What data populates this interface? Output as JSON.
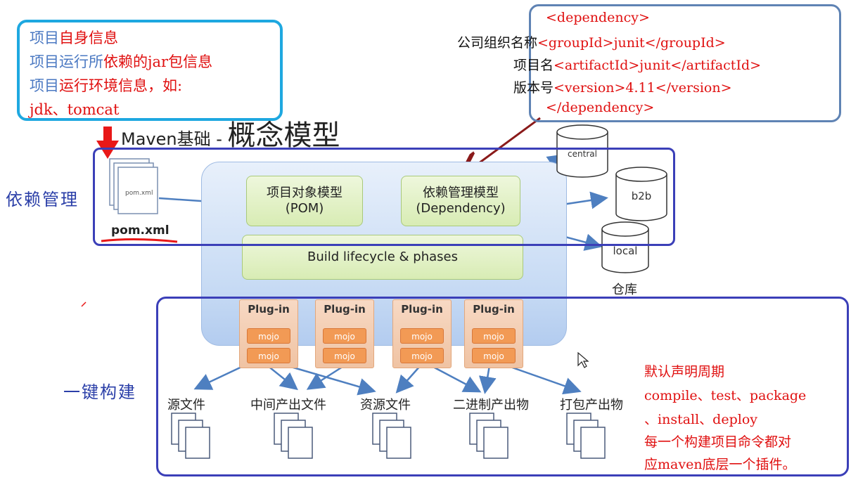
{
  "info_box": {
    "line1_a": "项目",
    "line1_b": "自身信息",
    "line2_a": "项目运行所",
    "line2_b": "依赖的jar包信息",
    "line3_a": "项目",
    "line3_b": "运行环境信息，如:",
    "line4": "jdk、tomcat"
  },
  "dependency_box": {
    "open_tag": "<dependency>",
    "group_label": "公司组织名称",
    "group_value": "<groupId>junit</groupId>",
    "artifact_label": "项目名",
    "artifact_value": "<artifactId>junit</artifactId>",
    "version_label": "版本号",
    "version_value": "<version>4.11</version>",
    "close_tag": "</dependency>"
  },
  "title": {
    "prefix": "Maven基础 - ",
    "main": "概念模型"
  },
  "pom": {
    "doc_text": "pom.xml",
    "caption": "pom.xml"
  },
  "core": {
    "pom_model_line1": "项目对象模型",
    "pom_model_line2": "(POM)",
    "dep_model_line1": "依赖管理模型",
    "dep_model_line2": "(Dependency)",
    "lifecycle": "Build lifecycle & phases",
    "plugins": [
      {
        "title": "Plug-in",
        "mojo1": "mojo",
        "mojo2": "mojo"
      },
      {
        "title": "Plug-in",
        "mojo1": "mojo",
        "mojo2": "mojo"
      },
      {
        "title": "Plug-in",
        "mojo1": "mojo",
        "mojo2": "mojo"
      },
      {
        "title": "Plug-in",
        "mojo1": "mojo",
        "mojo2": "mojo"
      }
    ]
  },
  "repositories": {
    "central": "central",
    "b2b": "b2b",
    "local": "local",
    "caption": "仓库"
  },
  "side_labels": {
    "dependency_management": "依赖管理",
    "one_click_build": "一键构建"
  },
  "outputs": [
    "源文件",
    "中间产出文件",
    "资源文件",
    "二进制产出物",
    "打包产出物"
  ],
  "notes": {
    "line1": "默认声明周期",
    "line2": "compile、test、package",
    "line3": "、install、deploy",
    "line4": "每一个构建项目命令都对",
    "line5": "应maven底层一个插件。"
  },
  "colors": {
    "red": "#e01010",
    "label_blue": "#4a78c2",
    "region_outline": "#3b3fb8",
    "info_outline": "#1ea8e0"
  }
}
